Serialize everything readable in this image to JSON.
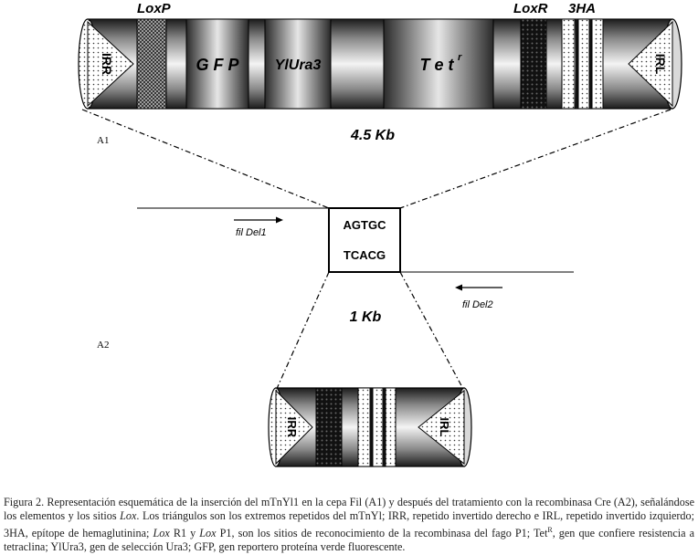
{
  "construct_a1": {
    "labels": {
      "loxp": "LoxP",
      "loxr": "LoxR",
      "ha": "3HA",
      "irr": "IRR",
      "gfp": "G F P",
      "ylura3": "YlUra3",
      "tet": "T e t",
      "tet_sup": "r",
      "irl": "IRL"
    },
    "size": "4.5 Kb"
  },
  "panel_labels": {
    "a1": "A1",
    "a2": "A2"
  },
  "insertion_site": {
    "top_seq": "AGTGC",
    "bottom_seq": "TCACG",
    "primer_fwd": "fil Del1",
    "primer_rev": "fil Del2"
  },
  "construct_a2": {
    "labels": {
      "irr": "IRR",
      "irl": "IRL"
    },
    "size": "1 Kb"
  },
  "caption": {
    "part1": "Figura 2. Representación esquemática de la inserción del mTnYl1 en la cepa Fil (A1) y después del tratamiento con la recombinasa Cre (A2), señalándose los elementos y los sitios ",
    "lox1": "Lox",
    "part2": ". Los triángulos son los extremos repetidos del mTnYl; IRR, repetido invertido derecho e IRL, repetido invertido izquierdo; 3HA, epítope de hemaglutinina; ",
    "lox2": "Lox",
    "part3": " R1 y ",
    "lox3": "Lox",
    "part4": " P1, son los sitios de reconocimiento de la recombinasa del fago P1; Tet",
    "sup": "R",
    "part5": ", gen que confiere resistencia a tetraclina; YlUra3, gen de selección Ura3; GFP, gen reportero proteína verde fluorescente."
  },
  "colors": {
    "ink": "#000000",
    "dark_band": "#1a1a1a",
    "light_band": "#f2f2f2"
  }
}
